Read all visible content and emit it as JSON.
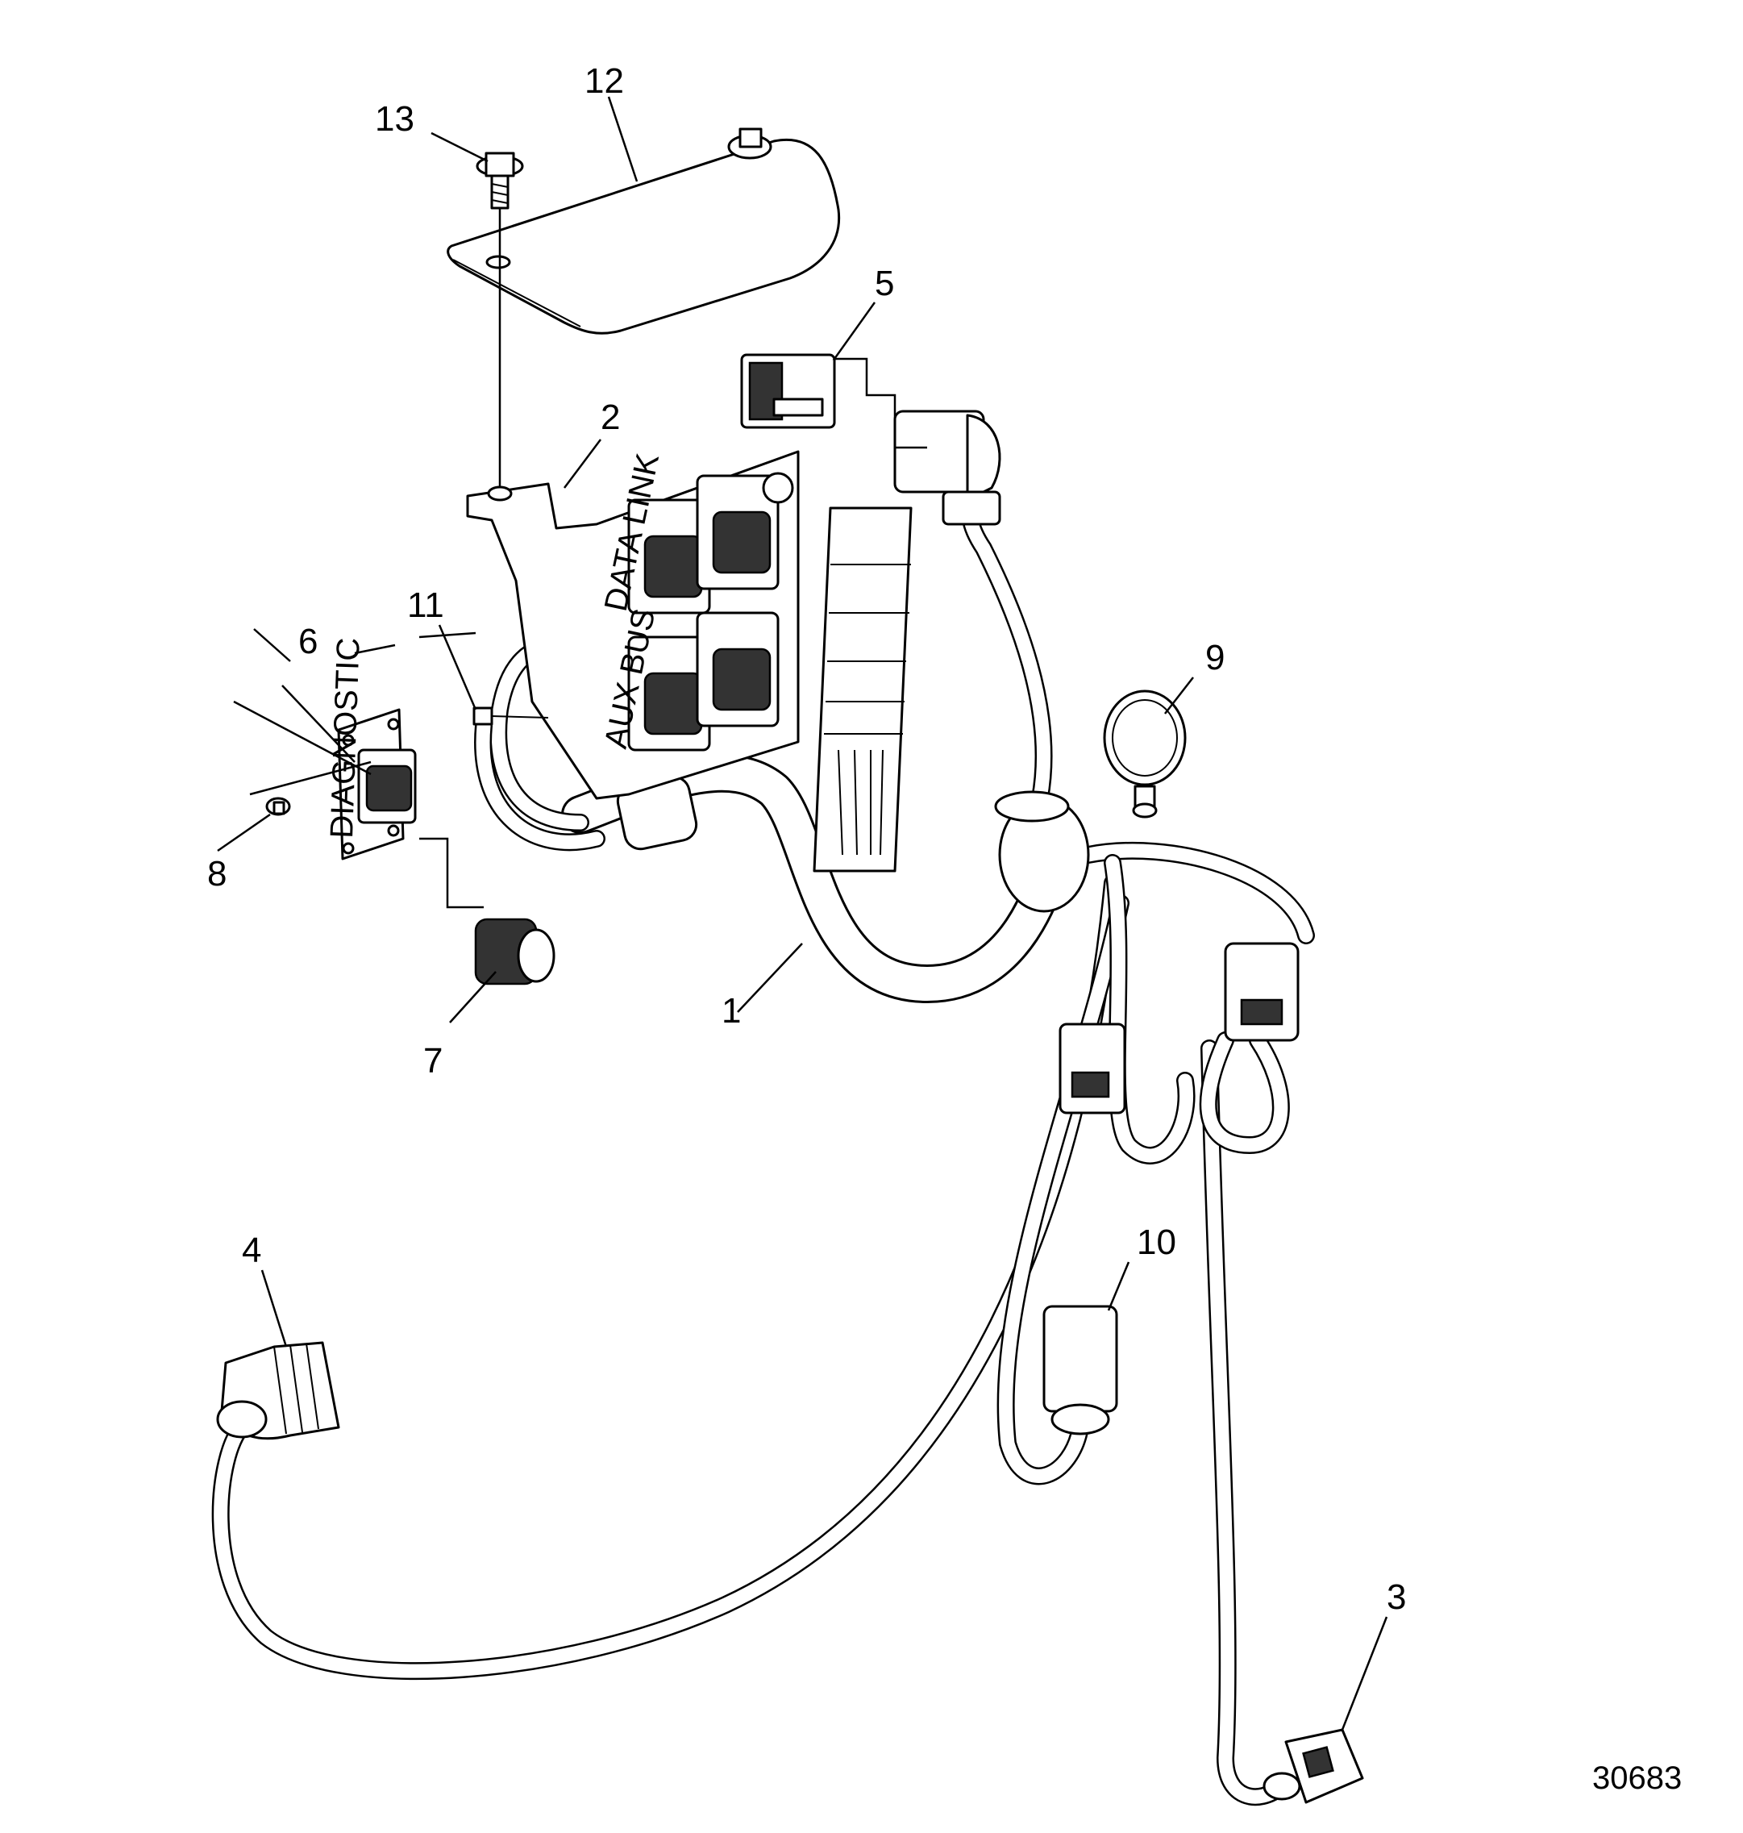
{
  "figure_id": "30683",
  "callouts": [
    {
      "id": "c1",
      "label": "1"
    },
    {
      "id": "c2",
      "label": "2"
    },
    {
      "id": "c3",
      "label": "3"
    },
    {
      "id": "c4",
      "label": "4"
    },
    {
      "id": "c5",
      "label": "5"
    },
    {
      "id": "c6",
      "label": "6"
    },
    {
      "id": "c7",
      "label": "7"
    },
    {
      "id": "c8",
      "label": "8"
    },
    {
      "id": "c9",
      "label": "9"
    },
    {
      "id": "c10",
      "label": "10"
    },
    {
      "id": "c11",
      "label": "11"
    },
    {
      "id": "c12",
      "label": "12"
    },
    {
      "id": "c13",
      "label": "13"
    }
  ],
  "panel_text": {
    "diagnostic_plate": "DIAGNOSTIC",
    "port_upper_left": "DATA LINK",
    "port_lower_left": "AUX BUS"
  }
}
